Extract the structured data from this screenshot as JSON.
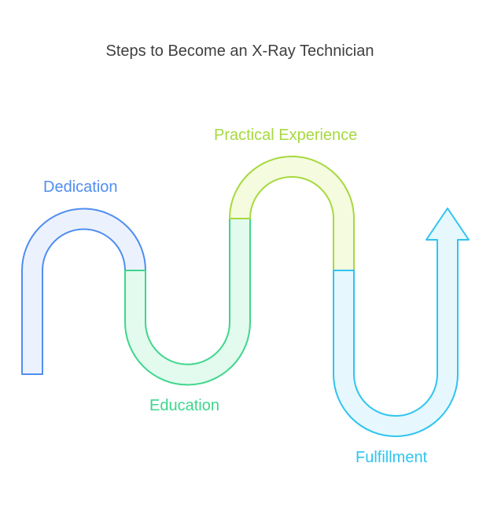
{
  "title": "Steps to Become an X-Ray Technician",
  "steps": [
    {
      "label": "Dedication",
      "color": "#4f8ef0",
      "fill": "#ecf2fd"
    },
    {
      "label": "Education",
      "color": "#3dd68c",
      "fill": "#e3faee"
    },
    {
      "label": "Practical Experience",
      "color": "#a6d93f",
      "fill": "#f4fbdf"
    },
    {
      "label": "Fulfillment",
      "color": "#2ec4f0",
      "fill": "#e6f8fd"
    }
  ]
}
